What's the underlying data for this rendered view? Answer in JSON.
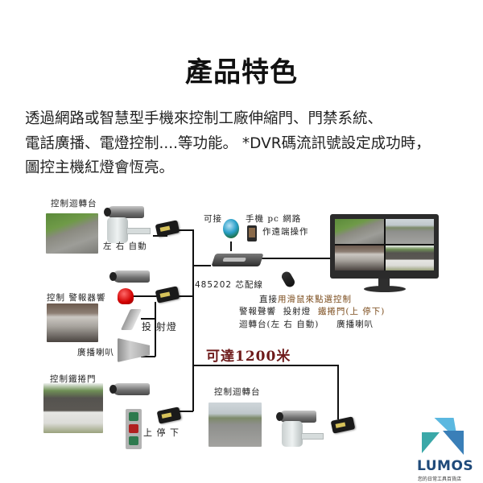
{
  "header": {
    "title": "產品特色"
  },
  "description": {
    "lines": [
      "透過網路或智慧型手機來控制工廠伸縮門、門禁系統、",
      "電話廣播、電燈控制....等功能。 *DVR碼流訊號設定成功時，",
      "圖控主機紅燈會恆亮。"
    ]
  },
  "diagram": {
    "top_left": {
      "label": "控制迴轉台",
      "ptz_directions": "左  右  自動"
    },
    "middle_left": {
      "label": "控制 警報器響",
      "floodlight_label": "投 射燈",
      "speaker_label": "廣播喇叭"
    },
    "bottom_left": {
      "label": "控制鐵捲門",
      "keypad_label": "上  停  下"
    },
    "network": {
      "label_connect": "可接",
      "label_remote": "手機 pc 網路",
      "label_remote2": "作遠端操作"
    },
    "dvr": {
      "bus_label": "485202 芯配線"
    },
    "mouse_caption": {
      "line1_prefix": "直接",
      "line1_highlight": "用滑鼠來點選控制",
      "line2_a": "警報聲響",
      "line2_b": "投射燈",
      "line2_c": "鐵捲門(上 停下)",
      "line3_a": "迴轉台(左  右  自動)",
      "line3_b": "廣播喇叭"
    },
    "range_label": "可達1200米",
    "bottom_right": {
      "label": "控制迴轉台"
    }
  },
  "logo": {
    "name": "LUMOS",
    "subtitle": "您的日常工具百貨店",
    "colors": {
      "top": "#5bb8e0",
      "left": "#3aa8a8",
      "right": "#3a7fb8",
      "text": "#1f4a7a"
    }
  },
  "colors": {
    "range_text": "#6e1a1a",
    "highlight_text": "#7a4a1a",
    "lines": "#111111"
  }
}
